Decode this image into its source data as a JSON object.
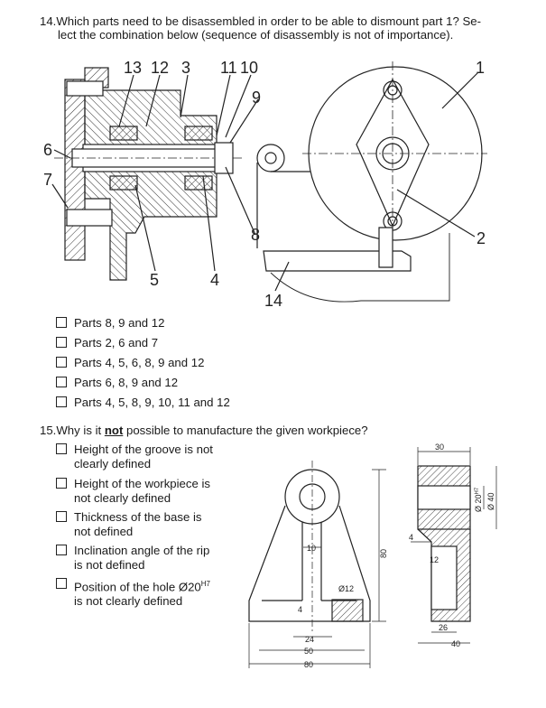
{
  "q14": {
    "number": "14.",
    "text_line1": "Which parts need to be disassembled in order to be able to dismount part 1? Se-",
    "text_line2": "lect the combination below (sequence of disassembly is not of importance).",
    "callouts": [
      "13",
      "12",
      "3",
      "11",
      "10",
      "1",
      "9",
      "6",
      "7",
      "8",
      "2",
      "5",
      "4",
      "14"
    ],
    "options": [
      "Parts 8, 9 and 12",
      "Parts 2, 6 and 7",
      "Parts 4, 5, 6, 8, 9 and 12",
      "Parts 6, 8, 9 and 12",
      "Parts 4, 5, 8, 9, 10, 11 and 12"
    ]
  },
  "q15": {
    "number": "15.",
    "text_before": "Why is it ",
    "text_emph": "not",
    "text_after": " possible to manufacture the given workpiece?",
    "options": [
      {
        "l1": "Height of the groove is not",
        "l2": "clearly defined"
      },
      {
        "l1": "Height of the workpiece is",
        "l2": "not clearly defined"
      },
      {
        "l1": "Thickness of the base is",
        "l2": "not defined"
      },
      {
        "l1": "Inclination angle of the rip",
        "l2": "is not defined"
      },
      {
        "l1": "Position of the hole Ø20",
        "sup": "H7",
        "l2": "is not clearly defined"
      }
    ],
    "dims": {
      "d10": "10",
      "d80v": "80",
      "d12": "Ø12",
      "d4": "4",
      "d24": "24",
      "d50": "50",
      "d80h": "80",
      "d30": "30",
      "d20": "Ø 20",
      "d20sup": "H7",
      "d40": "Ø 40",
      "d4b": "4",
      "d12b": "12",
      "d26": "26",
      "d40b": "40"
    }
  }
}
